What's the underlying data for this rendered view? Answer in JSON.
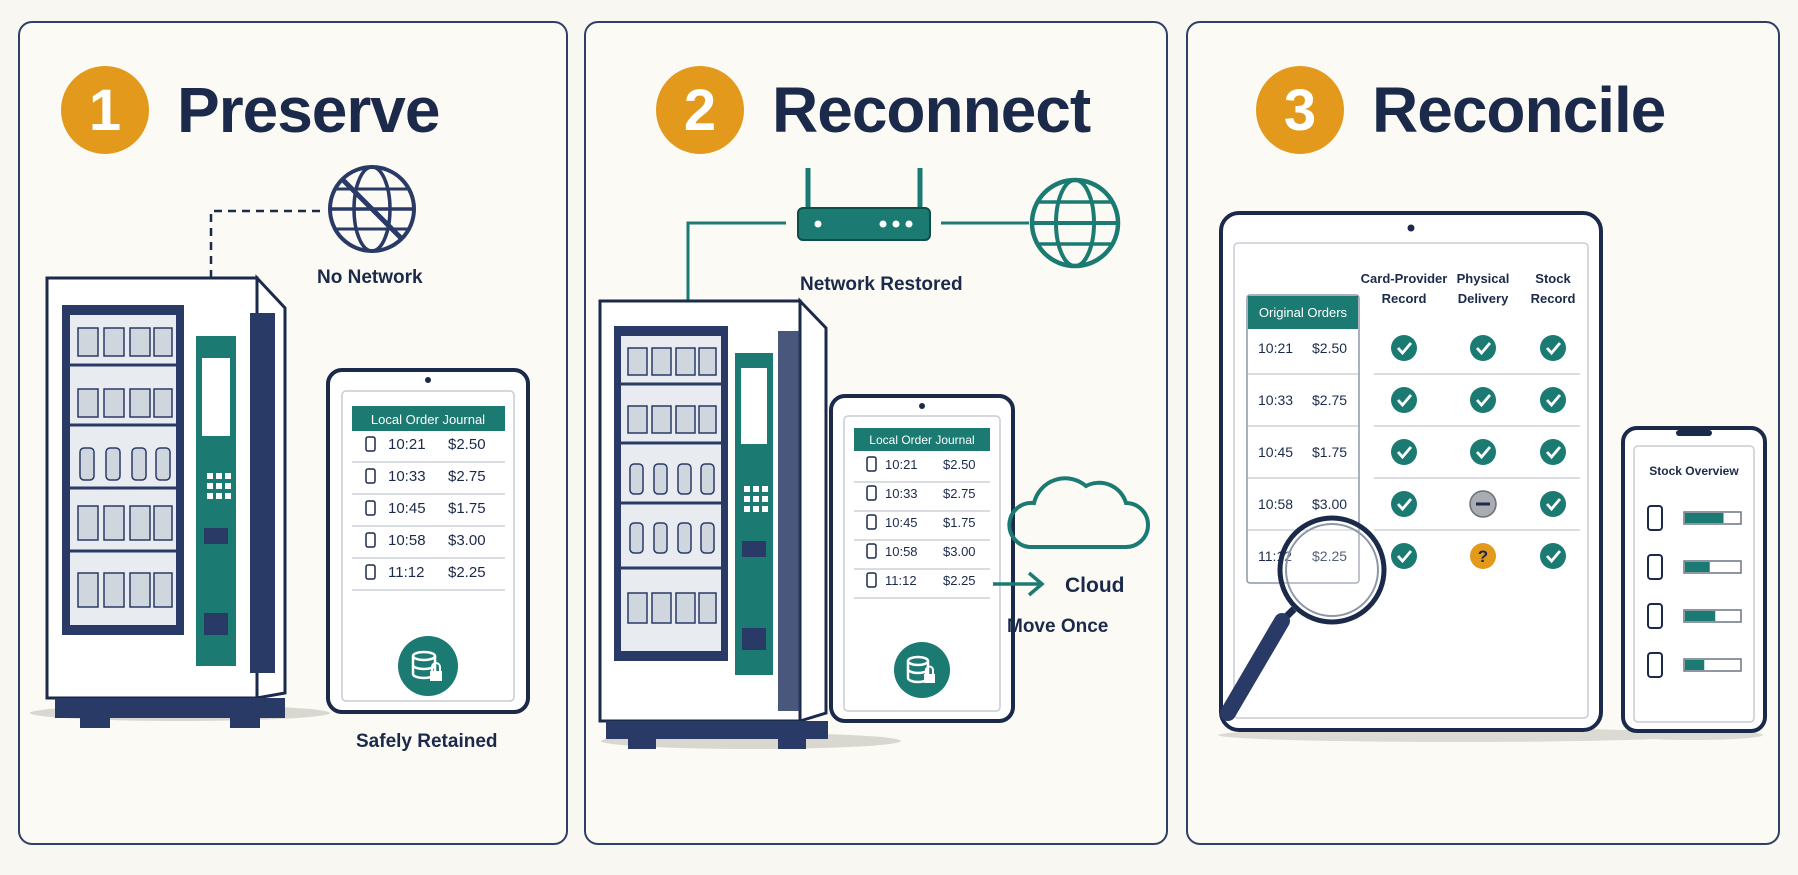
{
  "colors": {
    "teal": "#1b7a72",
    "navy": "#2a3a66",
    "orange": "#e39a1c",
    "background": "#f8f7f1"
  },
  "panels": [
    {
      "number": "1",
      "title": "Preserve",
      "status_label": "No Network",
      "status_icon": "globe-crossed-icon",
      "journal_title": "Local Order Journal",
      "orders": [
        {
          "time": "10:21",
          "amount": "$2.50"
        },
        {
          "time": "10:33",
          "amount": "$2.75"
        },
        {
          "time": "10:45",
          "amount": "$1.75"
        },
        {
          "time": "10:58",
          "amount": "$3.00"
        },
        {
          "time": "11:12",
          "amount": "$2.25"
        }
      ],
      "caption": "Safely Retained"
    },
    {
      "number": "2",
      "title": "Reconnect",
      "router_label": "Network Restored",
      "journal_title": "Local Order Journal",
      "orders": [
        {
          "time": "10:21",
          "amount": "$2.50"
        },
        {
          "time": "10:33",
          "amount": "$2.75"
        },
        {
          "time": "10:45",
          "amount": "$1.75"
        },
        {
          "time": "10:58",
          "amount": "$3.00"
        },
        {
          "time": "11:12",
          "amount": "$2.25"
        }
      ],
      "cloud_label": "Cloud",
      "arrow_label": "Move Once"
    },
    {
      "number": "3",
      "title": "Reconcile",
      "orders_header": "Original Orders",
      "columns": [
        {
          "line1": "Card-Provider",
          "line2": "Record"
        },
        {
          "line1": "Physical",
          "line2": "Delivery"
        },
        {
          "line1": "Stock",
          "line2": "Record"
        }
      ],
      "rows": [
        {
          "time": "10:21",
          "amount": "$2.50",
          "status": [
            "check",
            "check",
            "check"
          ]
        },
        {
          "time": "10:33",
          "amount": "$2.75",
          "status": [
            "check",
            "check",
            "check"
          ]
        },
        {
          "time": "10:45",
          "amount": "$1.75",
          "status": [
            "check",
            "check",
            "check"
          ]
        },
        {
          "time": "10:58",
          "amount": "$3.00",
          "status": [
            "check",
            "minus",
            "check"
          ]
        },
        {
          "time": "11:12",
          "amount": "$2.25",
          "status": [
            "check",
            "question",
            "check"
          ]
        }
      ],
      "stock_title": "Stock Overview",
      "stock_items": [
        {
          "icon": "snack-bag-icon",
          "level": 0.7
        },
        {
          "icon": "bottle-icon",
          "level": 0.45
        },
        {
          "icon": "can-icon",
          "level": 0.55
        },
        {
          "icon": "bar-icon",
          "level": 0.35
        }
      ]
    }
  ]
}
